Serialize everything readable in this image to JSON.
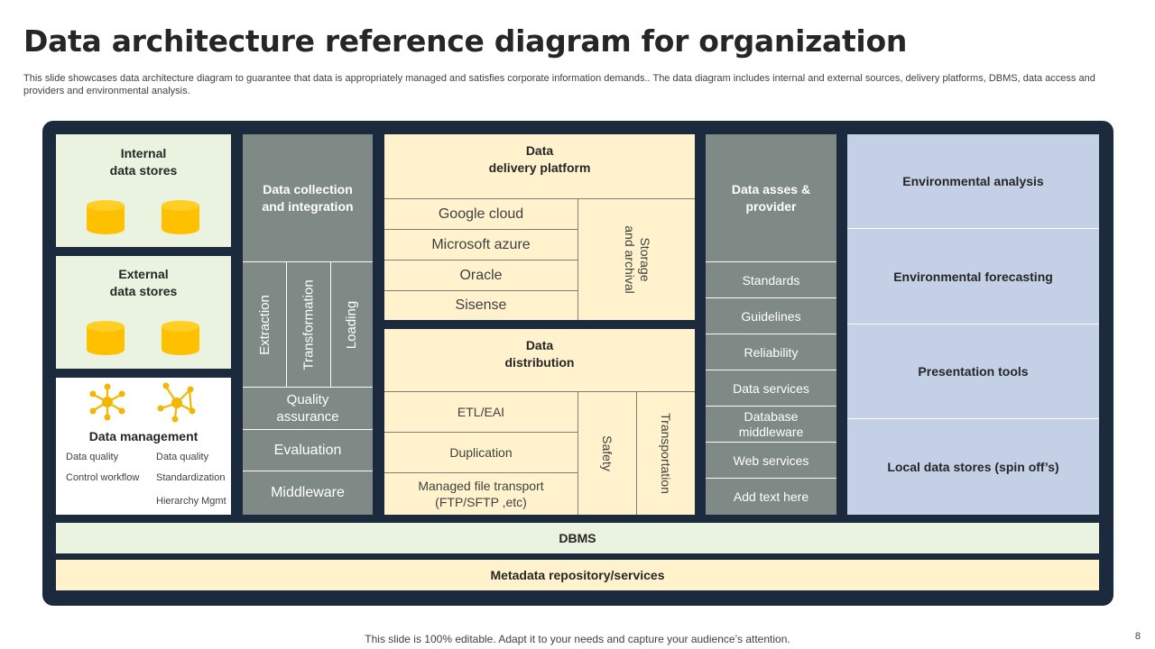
{
  "title": "Data architecture reference diagram for organization",
  "subtitle": "This slide showcases data architecture diagram to guarantee that data is appropriately managed and satisfies corporate information demands.. The data diagram includes internal and external sources, delivery platforms, DBMS, data access and providers and environmental analysis.",
  "internal": {
    "line1": "Internal",
    "line2": "data stores"
  },
  "external": {
    "line1": "External",
    "line2": "data stores"
  },
  "data_management": {
    "title": "Data management",
    "items": [
      "Data quality",
      "Data quality",
      "Control workflow",
      "Standardization",
      "Hierarchy Mgmt"
    ]
  },
  "collection": {
    "line1": "Data collection",
    "line2": "and integration",
    "steps": [
      "Extraction",
      "Transformation",
      "Loading"
    ],
    "quality_line1": "Quality",
    "quality_line2": "assurance",
    "evaluation": "Evaluation",
    "middleware": "Middleware"
  },
  "delivery": {
    "line1": "Data",
    "line2": "delivery platform",
    "items": [
      "Google cloud",
      "Microsoft azure",
      "Oracle",
      "Sisense"
    ],
    "side_line1": "Storage",
    "side_line2": "and archival"
  },
  "distribution": {
    "line1": "Data",
    "line2": "distribution",
    "etl": "ETL/EAI",
    "duplication": "Duplication",
    "mft_line1": "Managed file transport",
    "mft_line2": "(FTP/SFTP ,etc)",
    "safety": "Safety",
    "transportation": "Transportation"
  },
  "access": {
    "line1": "Data asses &",
    "line2": "provider",
    "items": [
      "Standards",
      "Guidelines",
      "Reliability",
      "Data services"
    ],
    "db_mid_line1": "Database",
    "db_mid_line2": "middleware",
    "web": "Web services",
    "add": "Add text here"
  },
  "environment": [
    "Environmental analysis",
    "Environmental forecasting",
    "Presentation tools",
    "Local data stores (spin off’s)"
  ],
  "dbms": "DBMS",
  "metadata": "Metadata repository/services",
  "footer": "This slide is 100% editable. Adapt it to your needs and capture your audience’s attention.",
  "page_number": "8",
  "colors": {
    "frame": "#1b2a3d",
    "green": "#e9f3e0",
    "cream": "#fff2cc",
    "gray": "#7f8a86",
    "blue": "#c3d0e6",
    "accent": "#ffc000"
  },
  "icons": [
    "database-icon",
    "network-hub-icon"
  ]
}
